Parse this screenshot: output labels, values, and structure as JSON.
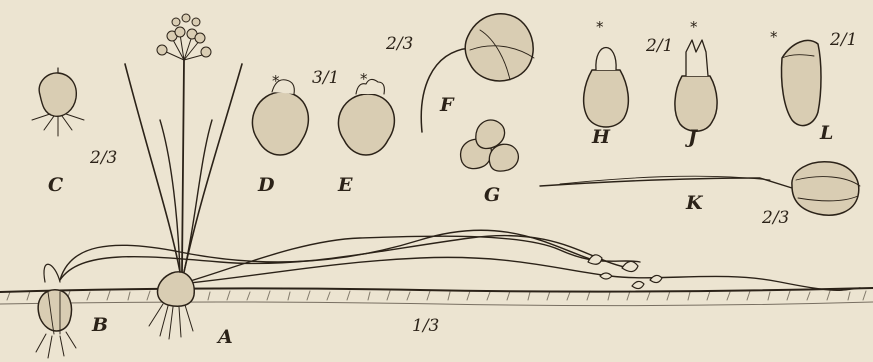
{
  "figure": {
    "figure_labels": [
      "A",
      "B",
      "C",
      "D",
      "E",
      "F",
      "G",
      "H",
      "J",
      "K",
      "L"
    ],
    "scales": {
      "main": "1/3",
      "C": "2/3",
      "DE": "3/1",
      "F": "2/3",
      "HJ": "2/1",
      "L": "2/1",
      "K": "2/3"
    },
    "marker": "*"
  },
  "colors": {
    "paper": "#ece4d1",
    "ink": "#2b2218",
    "shade": "#b7a88e"
  }
}
